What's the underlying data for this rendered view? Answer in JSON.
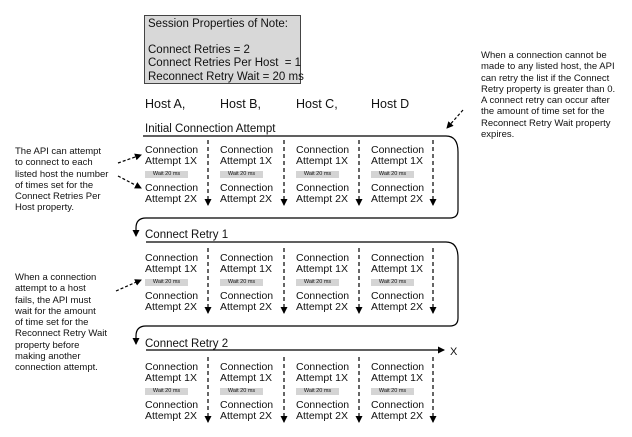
{
  "properties": {
    "title": "Session Properties of Note:",
    "lines": [
      "Connect Retries = 2",
      "Connect Retries Per Host  = 1",
      "Reconnect Retry Wait = 20 ms"
    ]
  },
  "hosts": [
    "Host A,",
    "Host B,",
    "Host C,",
    "Host D"
  ],
  "sections": [
    "Initial Connection Attempt",
    "Connect Retry 1",
    "Connect Retry 2"
  ],
  "cell": {
    "attempt1": [
      "Connection",
      "Attempt 1X"
    ],
    "attempt2": [
      "Connection",
      "Attempt 2X"
    ],
    "wait": "Wait 20 ms"
  },
  "end_marker": "X",
  "notes": {
    "retry_list": [
      "When a connection cannot be",
      "made to any listed host, the API",
      "can retry the list if the Connect",
      "Retry property is greater than 0.",
      "A connect retry can occur after",
      "the amount of time set for the",
      "Reconnect Retry Wait property",
      "expires."
    ],
    "per_host": [
      "The API can attempt",
      "to connect to each",
      "listed host the number",
      "of times set for the",
      "Connect Retries Per",
      "Host property."
    ],
    "wait": [
      "When a connection",
      "attempt to a host",
      "fails, the API must",
      "wait for the amount",
      "of time set for the",
      "Reconnect Retry Wait",
      "property before",
      "making another",
      "connection attempt."
    ]
  }
}
